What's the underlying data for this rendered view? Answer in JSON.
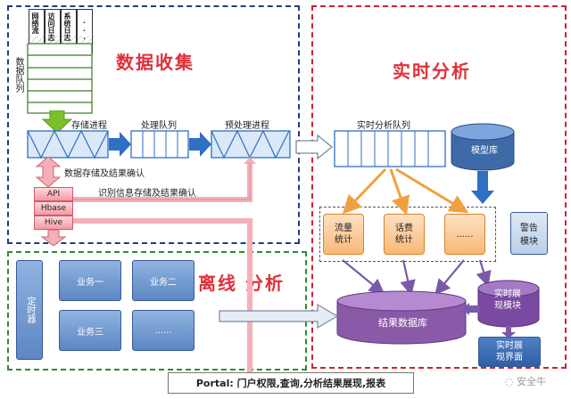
{
  "sections": {
    "data_collection": "数据收集",
    "realtime_analysis": "实时分析",
    "offline_analysis": "离线 分析"
  },
  "queues": {
    "data_queue": "数据队列",
    "storage_process": "存储进程",
    "processing_queue": "处理队列",
    "preprocess_process": "预处理进程",
    "realtime_queue": "实时分析队列"
  },
  "sources": [
    "网络流",
    "访问日志",
    "系统日志",
    "..."
  ],
  "notes": {
    "store_confirm": "数据存储及结果确认",
    "identify_confirm": "识别信息存储及结果确认"
  },
  "storage": [
    "API",
    "Hbase",
    "Hive"
  ],
  "realtime": {
    "model_db": "模型库",
    "traffic_stats": "流量\n统计",
    "fee_stats": "话费\n统计",
    "more": "......",
    "alert_module": "警告\n模块",
    "result_db": "结果数据库",
    "display_module": "实时展\n现模块",
    "display_ui": "实时展\n现界面"
  },
  "offline": {
    "timer": "定时器",
    "biz1": "业务一",
    "biz2": "业务二",
    "biz3": "业务三",
    "more": "......"
  },
  "portal": "Portal: 门户权限,查询,分析结果展现,报表",
  "watermark": "安全牛",
  "colors": {
    "title_red": "#e0303a",
    "region_blue": "#1f3c88",
    "region_green": "#2e8b3a",
    "region_red": "#d02030",
    "arrow_blue": "#2f6fc4",
    "arrow_green": "#7bbf2a",
    "arrow_purple": "#7a5aa8",
    "arrow_orange": "#f0a040"
  }
}
